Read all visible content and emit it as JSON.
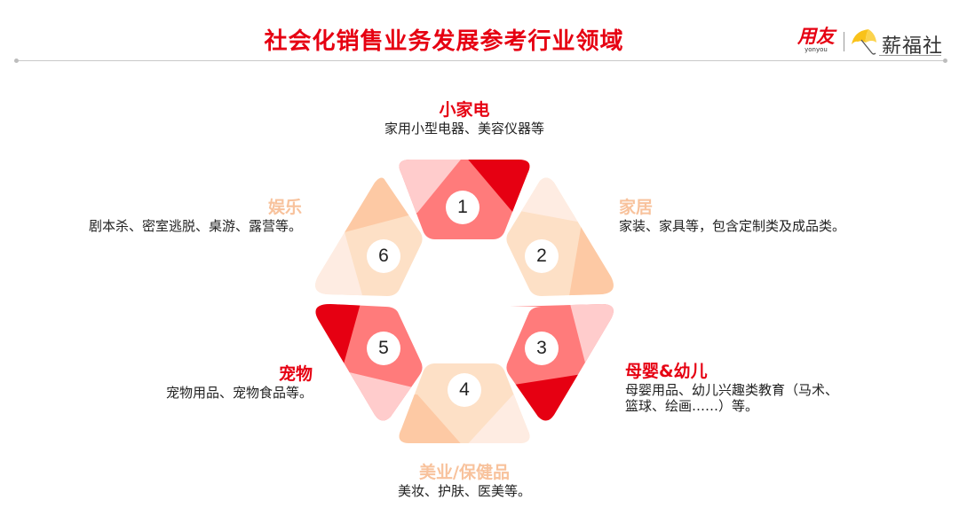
{
  "header": {
    "title": "社会化销售业务发展参考行业领域",
    "logos": {
      "yonyou_cn": "用友",
      "yonyou_en": "yonyou",
      "xinfushe": "薪福社",
      "umbrella_icon": "umbrella-icon"
    }
  },
  "colors": {
    "accent_red": "#e60012",
    "mid_red": "#ff7b7b",
    "light_red": "#ffcccc",
    "peach_dark": "#fdc9a4",
    "peach_mid": "#fde0c6",
    "peach_light": "#feece2",
    "peach_title": "#f8c29c"
  },
  "segments": [
    {
      "number": "1",
      "title": "小家电",
      "desc": "家用小型电器、美容仪器等",
      "title_color": "red"
    },
    {
      "number": "2",
      "title": "家居",
      "desc": "家装、家具等，包含定制类及成品类。",
      "title_color": "peach"
    },
    {
      "number": "3",
      "title": "母婴&幼儿",
      "desc_line1": "母婴用品、幼儿兴趣类教育（马术、",
      "desc_line2": "篮球、绘画……）等。",
      "title_color": "red"
    },
    {
      "number": "4",
      "title": "美业/保健品",
      "desc": "美妆、护肤、医美等。",
      "title_color": "peach"
    },
    {
      "number": "5",
      "title": "宠物",
      "desc": "宠物用品、宠物食品等。",
      "title_color": "red"
    },
    {
      "number": "6",
      "title": "娱乐",
      "desc": "剧本杀、密室逃脱、桌游、露营等。",
      "title_color": "peach"
    }
  ]
}
